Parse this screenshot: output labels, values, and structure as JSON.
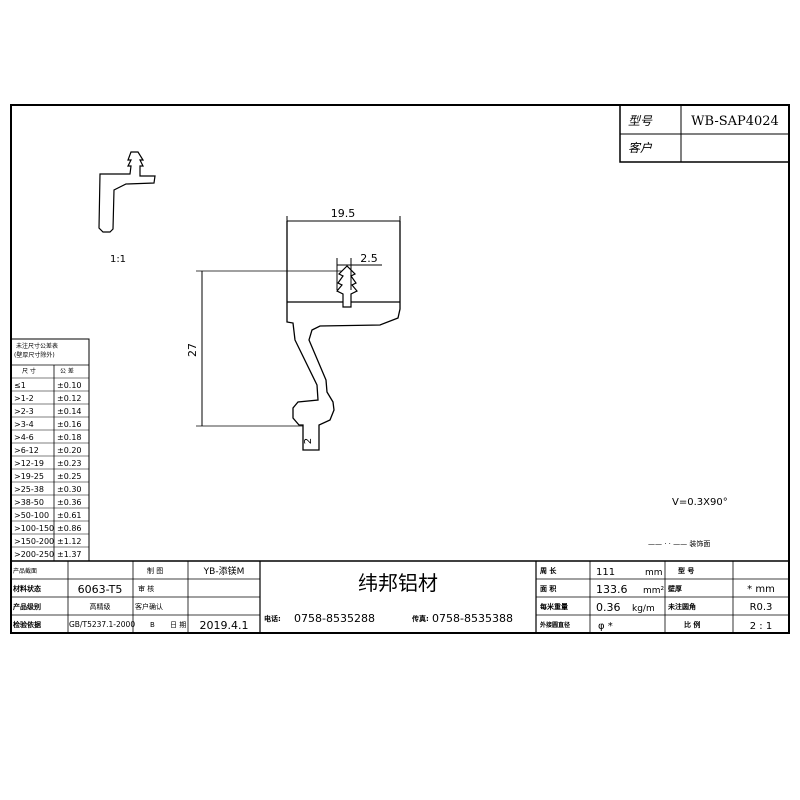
{
  "title_block": {
    "model_label": "型号",
    "model_value": "WB-SAP4024",
    "customer_label": "客户"
  },
  "drawing": {
    "thumbnail_scale": "1:1",
    "dim_width": "19.5",
    "dim_slot": "2.5",
    "dim_height": "27",
    "dim_foot": "2",
    "v_note": "V=0.3X90°",
    "line_legend": "—— · · ——  装饰面"
  },
  "tolerance_table": {
    "title": "未注尺寸公差表",
    "subtitle": "(壁厚尺寸除外)",
    "head_size": "尺 寸",
    "head_tol": "公 差",
    "rows": [
      {
        "size": "≤1",
        "tol": "±0.10"
      },
      {
        "size": ">1-2",
        "tol": "±0.12"
      },
      {
        "size": ">2-3",
        "tol": "±0.14"
      },
      {
        "size": ">3-4",
        "tol": "±0.16"
      },
      {
        "size": ">4-6",
        "tol": "±0.18"
      },
      {
        "size": ">6-12",
        "tol": "±0.20"
      },
      {
        "size": ">12-19",
        "tol": "±0.23"
      },
      {
        "size": ">19-25",
        "tol": "±0.25"
      },
      {
        "size": ">25-38",
        "tol": "±0.30"
      },
      {
        "size": ">38-50",
        "tol": "±0.36"
      },
      {
        "size": ">50-100",
        "tol": "±0.61"
      },
      {
        "size": ">100-150",
        "tol": "±0.86"
      },
      {
        "size": ">150-200",
        "tol": "±1.12"
      },
      {
        "size": ">200-250",
        "tol": "±1.37"
      }
    ]
  },
  "bottom_block": {
    "product_section": "产品截面",
    "material_label": "材料状态",
    "material_value": "6063-T5",
    "product_class_label": "产品级别",
    "product_class_value": "高精级",
    "standard_label": "检验依据",
    "standard_value": "GB/T5237.1-2000",
    "drawn_label": "制 图",
    "drawn_value": "YB-添镁M",
    "review_label": "审 核",
    "confirm_label": "客户确认",
    "date_tag": "B",
    "date_label": "日 期",
    "date_value": "2019.4.1",
    "company": "纬邦铝材",
    "phone_label": "电话:",
    "phone": "0758-8535288",
    "fax_label": "传真:",
    "fax": "0758-8535388",
    "perimeter_label": "周 长",
    "perimeter_value": "111",
    "perimeter_unit": "mm",
    "area_label": "面 积",
    "area_value": "133.6",
    "area_unit": "mm²",
    "weight_label": "每米重量",
    "weight_value": "0.36",
    "weight_unit": "kg/m",
    "circle_label": "外接圆直径",
    "circle_value": "φ *",
    "model_no_label": "型 号",
    "wall_label": "壁厚",
    "wall_value": "* mm",
    "corner_label": "未注圆角",
    "corner_value": "R0.3",
    "ratio_label": "比 例",
    "ratio_value": "2 : 1"
  }
}
